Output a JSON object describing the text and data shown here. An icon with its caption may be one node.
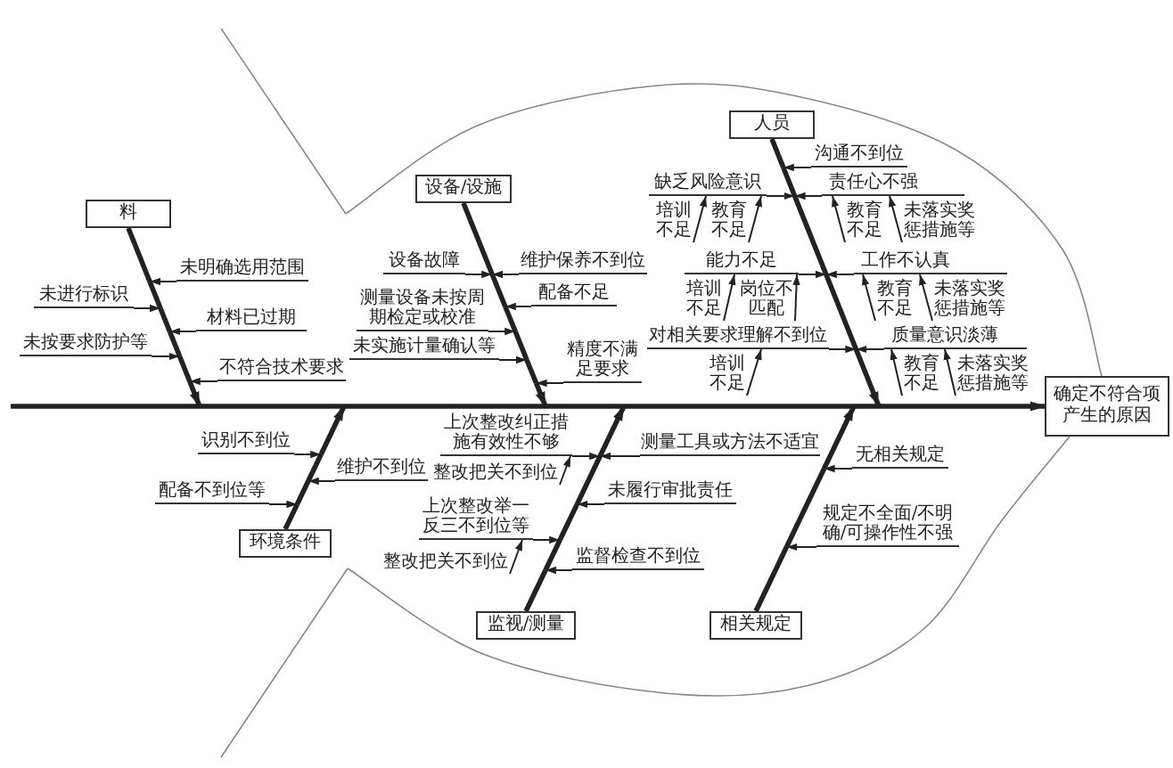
{
  "diagram": {
    "nodes": [
      {
        "text": [
          "料"
        ]
      },
      {
        "text": [
          "未明确选用范围"
        ]
      },
      {
        "text": [
          "未进行标识"
        ]
      },
      {
        "text": [
          "材料已过期"
        ]
      },
      {
        "text": [
          "未按要求防护等"
        ]
      },
      {
        "text": [
          "不符合技术要求"
        ]
      },
      {
        "text": [
          "设备/设施"
        ]
      },
      {
        "text": [
          "设备故障"
        ]
      },
      {
        "text": [
          "维护保养不到位"
        ]
      },
      {
        "text": [
          "测量设备未按周期检定或校准"
        ]
      },
      {
        "text": [
          "配备不足"
        ]
      },
      {
        "text": [
          "精度不满足要求"
        ]
      },
      {
        "text": [
          "未实施计量确认等"
        ]
      },
      {
        "text": [
          "人员"
        ]
      },
      {
        "text": [
          "沟通不到位"
        ]
      },
      {
        "text": [
          "缺乏风险意识"
        ]
      },
      {
        "text": [
          "责任心不强"
        ]
      },
      {
        "text": [
          "培训不足"
        ]
      },
      {
        "text": [
          "教育不足"
        ]
      },
      {
        "text": [
          "教育不足"
        ]
      },
      {
        "text": [
          "未落实奖惩措施等"
        ]
      },
      {
        "text": [
          "能力不足"
        ]
      },
      {
        "text": [
          "工作不认真"
        ]
      },
      {
        "text": [
          "培训不足"
        ]
      },
      {
        "text": [
          "岗位不匹配"
        ]
      },
      {
        "text": [
          "教育不足"
        ]
      },
      {
        "text": [
          "未落实奖惩措施等"
        ]
      },
      {
        "text": [
          "对相关要求理解不到位"
        ]
      },
      {
        "text": [
          "质量意识淡薄"
        ]
      },
      {
        "text": [
          "培训不足"
        ]
      },
      {
        "text": [
          "教育不足"
        ]
      },
      {
        "text": [
          "未落实奖惩措施等"
        ]
      },
      {
        "text": [
          "确定不符合项产生的原因"
        ]
      },
      {
        "text": [
          "环境条件"
        ]
      },
      {
        "text": [
          "识别不到位"
        ]
      },
      {
        "text": [
          "维护不到位"
        ]
      },
      {
        "text": [
          "配备不到位等"
        ]
      },
      {
        "text": [
          "监视/测量"
        ]
      },
      {
        "text": [
          "上次整改纠正措施有效性不够"
        ]
      },
      {
        "text": [
          "测量工具或方法不适宜"
        ]
      },
      {
        "text": [
          "整改把关不到位"
        ]
      },
      {
        "text": [
          "未履行审批责任"
        ]
      },
      {
        "text": [
          "上次整改举一反三不到位等"
        ]
      },
      {
        "text": [
          "整改把关不到位"
        ]
      },
      {
        "text": [
          "监督检查不到位"
        ]
      },
      {
        "text": [
          "相关规定"
        ]
      },
      {
        "text": [
          "无相关规定"
        ]
      },
      {
        "text": [
          "规定不全面/不明确/可操作性不强"
        ]
      }
    ],
    "edges": [
      {
        "from": null,
        "to": 32,
        "arrow": "to",
        "style": "thick"
      },
      {
        "from": 0,
        "to": 32,
        "arrow": "to",
        "style": "thick"
      },
      {
        "from": 6,
        "to": 32,
        "arrow": "to",
        "style": "thick"
      },
      {
        "from": 13,
        "to": 32,
        "arrow": "to",
        "style": "thick"
      },
      {
        "from": 33,
        "to": 32,
        "arrow": "to",
        "style": "thick"
      },
      {
        "from": 37,
        "to": 32,
        "arrow": "to",
        "style": "thick"
      },
      {
        "from": 45,
        "to": 32,
        "arrow": "to",
        "style": "thick"
      },
      {
        "from": 1,
        "to": 32,
        "arrow": "to"
      },
      {
        "from": 2,
        "to": 32,
        "arrow": "to"
      },
      {
        "from": 3,
        "to": 32,
        "arrow": "to"
      },
      {
        "from": 4,
        "to": 32,
        "arrow": "to"
      },
      {
        "from": 5,
        "to": 32,
        "arrow": "to"
      },
      {
        "from": 7,
        "to": 32,
        "arrow": "to"
      },
      {
        "from": 8,
        "to": 32,
        "arrow": "to"
      },
      {
        "from": 9,
        "to": 32,
        "arrow": "to"
      },
      {
        "from": 10,
        "to": 32,
        "arrow": "to"
      },
      {
        "from": 11,
        "to": 32,
        "arrow": "to"
      },
      {
        "from": 12,
        "to": 32,
        "arrow": "to"
      },
      {
        "from": 14,
        "to": 32,
        "arrow": "to"
      },
      {
        "from": 15,
        "to": 32,
        "arrow": "to"
      },
      {
        "from": 16,
        "to": 32,
        "arrow": "to"
      },
      {
        "from": 17,
        "to": 15,
        "arrow": "to"
      },
      {
        "from": 18,
        "to": 15,
        "arrow": "to"
      },
      {
        "from": 19,
        "to": 16,
        "arrow": "to"
      },
      {
        "from": 20,
        "to": 16,
        "arrow": "to"
      },
      {
        "from": 21,
        "to": 32,
        "arrow": "to"
      },
      {
        "from": 22,
        "to": 32,
        "arrow": "to"
      },
      {
        "from": 23,
        "to": 21,
        "arrow": "to"
      },
      {
        "from": 24,
        "to": 21,
        "arrow": "to"
      },
      {
        "from": 25,
        "to": 22,
        "arrow": "to"
      },
      {
        "from": 26,
        "to": 22,
        "arrow": "to"
      },
      {
        "from": 27,
        "to": 32,
        "arrow": "to"
      },
      {
        "from": 28,
        "to": 32,
        "arrow": "to"
      },
      {
        "from": 29,
        "to": 27,
        "arrow": "to"
      },
      {
        "from": 30,
        "to": 28,
        "arrow": "to"
      },
      {
        "from": 31,
        "to": 28,
        "arrow": "to"
      },
      {
        "from": 34,
        "to": 32,
        "arrow": "to"
      },
      {
        "from": 35,
        "to": 32,
        "arrow": "to"
      },
      {
        "from": 36,
        "to": 32,
        "arrow": "to"
      },
      {
        "from": 38,
        "to": 32,
        "arrow": "to"
      },
      {
        "from": 39,
        "to": 32,
        "arrow": "to"
      },
      {
        "from": 40,
        "to": 38,
        "arrow": "to"
      },
      {
        "from": 41,
        "to": 32,
        "arrow": "to"
      },
      {
        "from": 42,
        "to": 32,
        "arrow": "to"
      },
      {
        "from": 43,
        "to": 42,
        "arrow": "to"
      },
      {
        "from": 44,
        "to": 32,
        "arrow": "to"
      },
      {
        "from": 46,
        "to": 32,
        "arrow": "to"
      },
      {
        "from": 47,
        "to": 32,
        "arrow": "to"
      }
    ]
  }
}
